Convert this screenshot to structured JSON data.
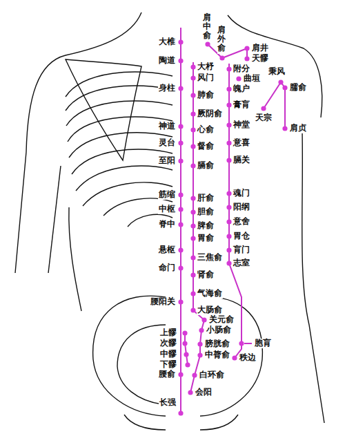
{
  "diagram": {
    "labels": [
      "肩中俞",
      "肩外俞",
      "肩井",
      "天髎",
      "大椎",
      "陶道",
      "大杼",
      "附分",
      "曲垣",
      "秉风",
      "风门",
      "魄户",
      "臑俞",
      "身柱",
      "肺俞",
      "膏肓",
      "天宗",
      "厥阴俞",
      "神道",
      "心俞",
      "神堂",
      "肩贞",
      "灵台",
      "督俞",
      "意喜",
      "至阳",
      "膈俞",
      "膈关",
      "筋缩",
      "肝俞",
      "魂门",
      "中枢",
      "胆俞",
      "阳纲",
      "脊中",
      "脾俞",
      "意舍",
      "胃俞",
      "胃仓",
      "悬枢",
      "三焦俞",
      "肓门",
      "命门",
      "肾俞",
      "志室",
      "气海俞",
      "腰阳关",
      "大肠俞",
      "关元俞",
      "小肠俞",
      "上髎",
      "胞肓",
      "次髎",
      "膀胱俞",
      "中膂俞",
      "中髎",
      "秩边",
      "下髎",
      "腰俞",
      "白环俞",
      "会阳",
      "长强"
    ]
  }
}
